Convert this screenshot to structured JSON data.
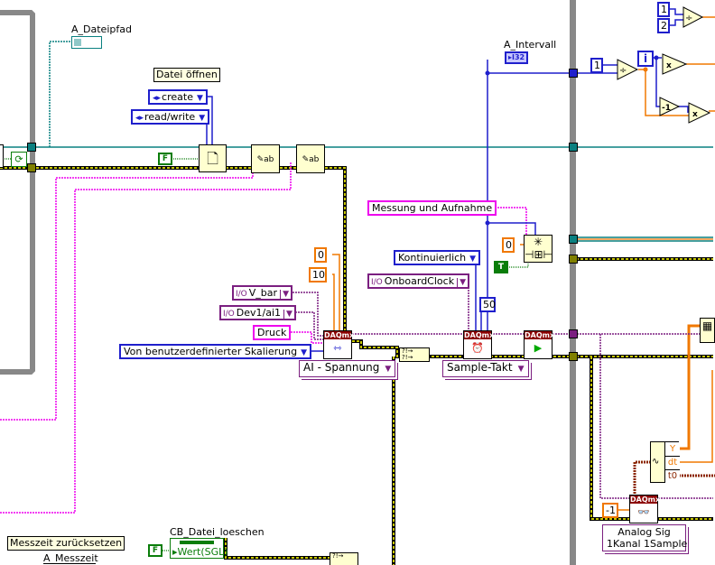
{
  "diagram": {
    "type": "LabVIEW block diagram",
    "labels": {
      "file_path_indicator": "A_Dateipfad",
      "interval_control": "A_Intervall",
      "delete_file_control": "CB_Datei_loeschen",
      "measure_time_indicator": "A_Messzeit"
    },
    "comments": {
      "open_file": "Datei öffnen",
      "reset_measure_time": "Messzeit zurücksetzen"
    },
    "enums": {
      "operation": "create",
      "access": "read/write",
      "scale_units": "Von benutzerdefinierter Skalierung",
      "sample_mode": "Kontinuierlich"
    },
    "io_names": {
      "scale": "V_bar",
      "channel": "Dev1/ai1",
      "clock_source": "OnboardClock"
    },
    "strings": {
      "channel_name": "Druck",
      "queue_name": "Messung und Aufnahme"
    },
    "constants": {
      "min_value": "0",
      "max_value": "10",
      "samples_per_channel": "50",
      "queue_size": "0",
      "timeout": "-1",
      "divide_numerator": "1",
      "top_const_1": "1",
      "top_const_2": "2",
      "decrement": "-1",
      "bool_false_1": "F",
      "bool_false_2": "F",
      "bool_true": "T",
      "iteration": "i"
    },
    "polymorphic_selectors": {
      "create_channel": "AI - Spannung",
      "timing": "Sample-Takt",
      "read": [
        "Analog Sig",
        "1Kanal 1Sample"
      ]
    },
    "terminals": {
      "interval_type": "I32",
      "delete_value": "Wert(SGL)"
    },
    "daqmx_header": "DAQmx",
    "waveform_fields": [
      "Y",
      "dt",
      "t0"
    ],
    "operators": {
      "divide": "÷",
      "multiply": "x"
    },
    "wire_colors": {
      "blue_integer": "#1f1fcc",
      "orange_float": "#f07800",
      "magenta_string": "#ee00ee",
      "purple_daqmx": "#7b1f80",
      "teal_refnum": "#0a8080",
      "yellow_error": "#c8c800",
      "green_bool": "#0a7d0a",
      "brown_timestamp": "#8b2500"
    }
  }
}
